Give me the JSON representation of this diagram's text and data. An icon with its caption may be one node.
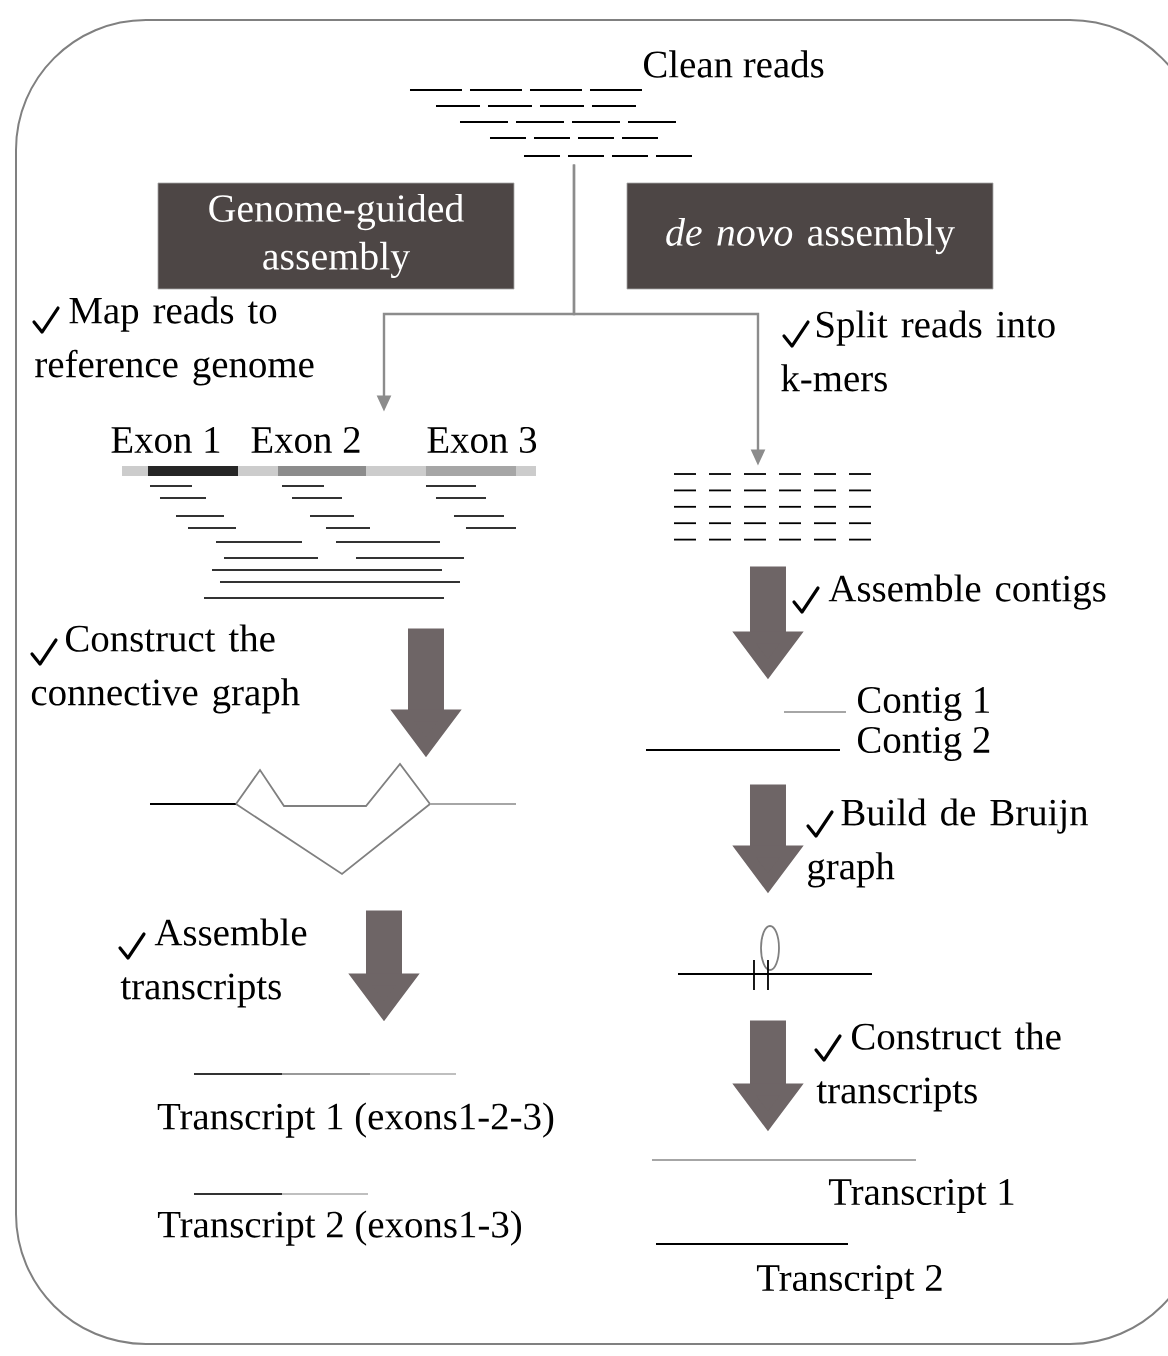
{
  "diagram": {
    "nodes": [
      {
        "text": [
          "Clean reads"
        ]
      },
      {
        "text": [
          "Genome-guided assembly"
        ]
      },
      {
        "text": [
          "*de novo* assembly"
        ]
      },
      {
        "text": [
          "Exon 1",
          "Exon 2",
          "Exon 3"
        ]
      },
      {
        "text": [],
        "shape": "lines"
      },
      {
        "text": [],
        "shape": "graph"
      },
      {
        "text": [
          "Transcript 1 (exons1-2-3)",
          "Transcript 2 (exons1-3)"
        ]
      },
      {
        "text": [
          "Contig 1",
          "Contig 2"
        ]
      },
      {
        "text": [],
        "shape": "graph"
      },
      {
        "text": [
          "Transcript 1",
          "Transcript 2"
        ]
      }
    ],
    "edges": [
      {
        "from": 0,
        "to": 3,
        "arrow": "to",
        "color": "#8c8c8c",
        "label": "Map reads to reference genome"
      },
      {
        "from": 0,
        "to": 4,
        "arrow": "to",
        "color": "#8c8c8c",
        "label": "Split reads into k-mers"
      },
      {
        "from": 3,
        "to": 5,
        "arrow": "to",
        "label": "Construct the connective graph"
      },
      {
        "from": 5,
        "to": 6,
        "arrow": "to",
        "label": "Assemble transcripts"
      },
      {
        "from": 4,
        "to": 7,
        "arrow": "to",
        "label": "Assemble contigs"
      },
      {
        "from": 7,
        "to": 8,
        "arrow": "to",
        "label": "Build de Bruijn graph"
      },
      {
        "from": 8,
        "to": 9,
        "arrow": "to",
        "label": "Construct the transcripts"
      }
    ]
  }
}
